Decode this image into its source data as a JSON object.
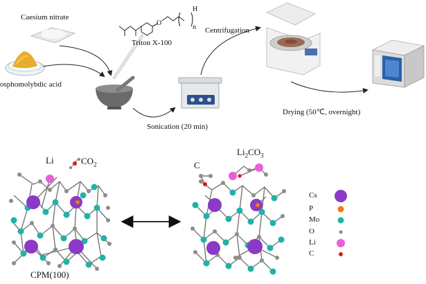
{
  "process": {
    "caesium_nitrate": "Caesium nitrate",
    "phosphomolybdic_acid": "osphomolybdic acid",
    "triton": "Triton X-100",
    "sonication": "Sonication (20 min)",
    "centrifugation": "Centrifugation",
    "drying": "Drying (50℃, overnight)",
    "triton_formula_o": "O",
    "triton_formula_h": "H",
    "triton_formula_n": "n"
  },
  "structures": {
    "left_li": "Li",
    "left_co2": "CO",
    "left_co2_sub": "2",
    "left_caption": "CPM(100)",
    "right_c": "C",
    "right_li2co3_a": "Li",
    "right_li2co3_sub1": "2",
    "right_li2co3_b": "CO",
    "right_li2co3_sub2": "3"
  },
  "legend": {
    "items": [
      {
        "label": "Cs",
        "color": "#8a3ac6"
      },
      {
        "label": "P",
        "color": "#f07a10"
      },
      {
        "label": "Mo",
        "color": "#1fb3a8"
      },
      {
        "label": "O",
        "color": "#8a8a8a"
      },
      {
        "label": "Li",
        "color": "#e860d8"
      },
      {
        "label": "C",
        "color": "#e01818"
      }
    ]
  }
}
